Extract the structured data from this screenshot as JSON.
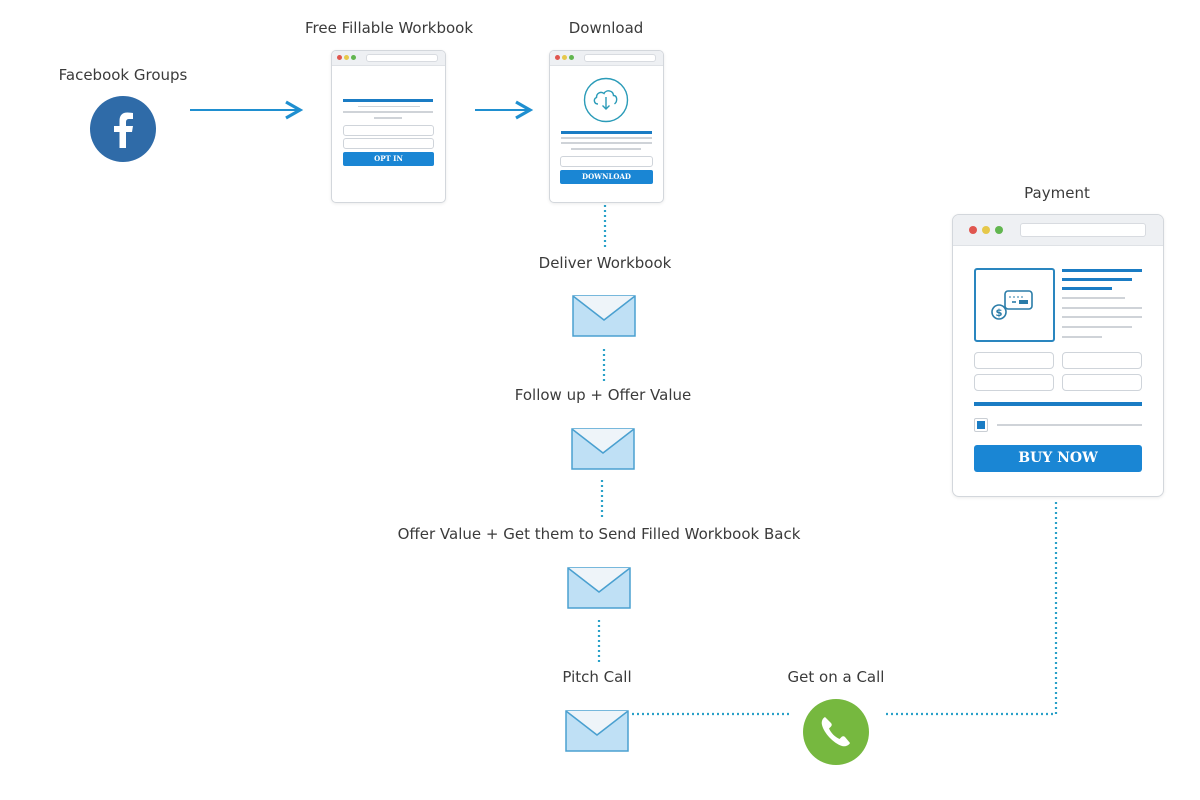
{
  "diagram": {
    "title": "Facebook Groups Funnel",
    "colors": {
      "accent_blue": "#1a86d4",
      "facebook_blue": "#2f6ba8",
      "connector": "#2aa1c8",
      "envelope_fill": "#bfe0f5",
      "envelope_stroke": "#4aa0d0",
      "phone_green": "#76b83f",
      "dot_red": "#e0564f",
      "dot_yellow": "#e6c84a",
      "dot_green": "#62b64f"
    },
    "nodes": {
      "facebook": {
        "label": "Facebook Groups",
        "icon": "facebook-icon"
      },
      "optin_page": {
        "label": "Free Fillable Workbook",
        "button": "OPT IN"
      },
      "download_page": {
        "label": "Download",
        "button": "DOWNLOAD",
        "icon": "cloud-download-icon"
      },
      "email_1": {
        "label": "Deliver Workbook",
        "icon": "envelope-icon"
      },
      "email_2": {
        "label": "Follow up + Offer Value",
        "icon": "envelope-icon"
      },
      "email_3": {
        "label": "Offer Value + Get them to Send Filled Workbook Back",
        "icon": "envelope-icon"
      },
      "email_4": {
        "label": "Pitch Call",
        "icon": "envelope-icon"
      },
      "call": {
        "label": "Get on a Call",
        "icon": "phone-icon"
      },
      "payment_page": {
        "label": "Payment",
        "button": "BUY NOW",
        "icon": "payment-card-icon"
      }
    },
    "edges": [
      {
        "from": "facebook",
        "to": "optin_page",
        "style": "arrow"
      },
      {
        "from": "optin_page",
        "to": "download_page",
        "style": "arrow"
      },
      {
        "from": "download_page",
        "to": "email_1",
        "style": "dotted"
      },
      {
        "from": "email_1",
        "to": "email_2",
        "style": "dotted"
      },
      {
        "from": "email_2",
        "to": "email_3",
        "style": "dotted"
      },
      {
        "from": "email_3",
        "to": "email_4",
        "style": "dotted"
      },
      {
        "from": "email_4",
        "to": "call",
        "style": "dotted"
      },
      {
        "from": "call",
        "to": "payment_page",
        "style": "dotted"
      }
    ]
  }
}
